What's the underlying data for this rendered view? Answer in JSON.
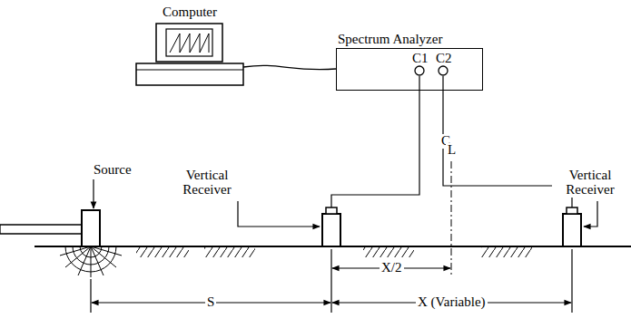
{
  "diagram": {
    "nodes": [
      {
        "text": [
          "Computer"
        ]
      },
      {
        "text": [
          "Spectrum Analyzer",
          "C1",
          "C2"
        ]
      }
    ],
    "edges": [
      {
        "from": 0,
        "to": 1,
        "arrow": "none"
      }
    ],
    "labels": [
      "Source",
      "Vertical Receiver",
      "Vertical Receiver",
      "C",
      "L",
      "X/2",
      "S",
      "X (Variable)"
    ]
  }
}
